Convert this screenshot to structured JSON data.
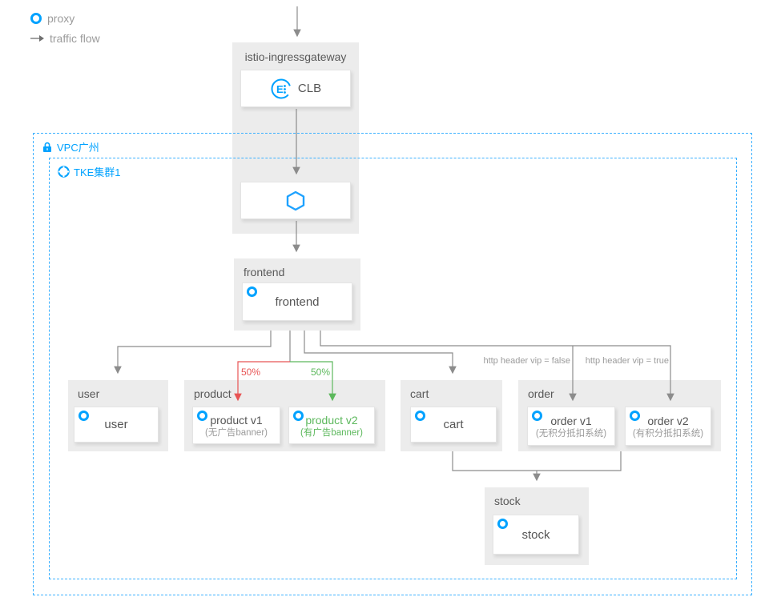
{
  "legend": {
    "proxy_label": "proxy",
    "traffic_label": "traffic flow"
  },
  "ingress": {
    "title": "istio-ingressgateway",
    "clb_label": "CLB"
  },
  "vpc": {
    "label": "VPC广州"
  },
  "tke": {
    "label": "TKE集群1"
  },
  "frontend": {
    "title": "frontend",
    "pod_label": "frontend"
  },
  "services": {
    "user": {
      "title": "user",
      "pod_label": "user"
    },
    "cart": {
      "title": "cart",
      "pod_label": "cart"
    },
    "stock": {
      "title": "stock",
      "pod_label": "stock"
    },
    "product": {
      "title": "product",
      "v1": {
        "name": "product v1",
        "subtitle": "(无广告banner)"
      },
      "v2": {
        "name": "product v2",
        "subtitle": "(有广告banner)"
      }
    },
    "order": {
      "title": "order",
      "v1": {
        "name": "order v1",
        "subtitle": "(无积分抵扣系统)"
      },
      "v2": {
        "name": "order v2",
        "subtitle": "(有积分抵扣系统)"
      }
    }
  },
  "edges": {
    "split_red": "50%",
    "split_green": "50%",
    "vip_false": "http header vip = false",
    "vip_true": "http header vip = true"
  },
  "colors": {
    "accent_blue": "#00a2ff",
    "dashed_border": "#3db1ff",
    "container_gray": "#ececec",
    "line_gray": "#8c8c8c",
    "split_red": "#e85454",
    "split_green": "#5cb85c",
    "text_gray": "#9b9b9b",
    "text_dark": "#595959"
  }
}
